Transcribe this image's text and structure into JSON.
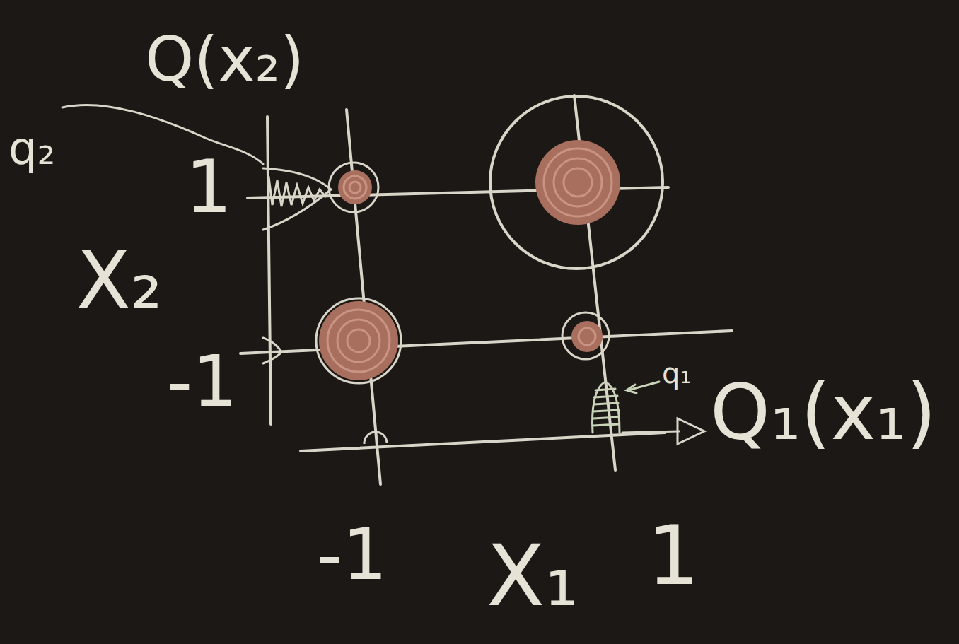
{
  "diagram": {
    "labels": [
      "Q(x₂)",
      "q₂",
      "1",
      "X₂",
      "-1",
      "q₁",
      "Q₁(x₁)",
      "-1",
      "X₁",
      "1"
    ]
  }
}
